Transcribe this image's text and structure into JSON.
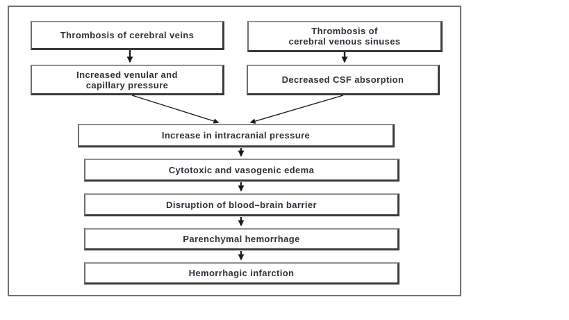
{
  "diagram": {
    "background": "#ffffff",
    "colors": {
      "text": "#30303a",
      "node_border_shadow": "#3a3a3a",
      "node_border_light": "#8f8f8f",
      "frame_border": "#707070",
      "arrow": "#1c1c1c"
    },
    "nodes": [
      {
        "id": "thrombosis-cerebral-veins",
        "label": "Thrombosis of cerebral veins"
      },
      {
        "id": "thrombosis-cerebral-venous-sinuses",
        "label": "Thrombosis of\ncerebral venous sinuses"
      },
      {
        "id": "increased-venular-capillary-pressure",
        "label": "Increased venular and\ncapillary pressure"
      },
      {
        "id": "decreased-csf-absorption",
        "label": "Decreased CSF absorption"
      },
      {
        "id": "increase-intracranial-pressure",
        "label": "Increase in intracranial pressure"
      },
      {
        "id": "cytotoxic-vasogenic-edema",
        "label": "Cytotoxic and vasogenic edema"
      },
      {
        "id": "disruption-blood-brain-barrier",
        "label": "Disruption of blood–brain barrier"
      },
      {
        "id": "parenchymal-hemorrhage",
        "label": "Parenchymal hemorrhage"
      },
      {
        "id": "hemorrhagic-infarction",
        "label": "Hemorrhagic infarction"
      }
    ],
    "edges": [
      {
        "from": "thrombosis-cerebral-veins",
        "to": "increased-venular-capillary-pressure"
      },
      {
        "from": "thrombosis-cerebral-venous-sinuses",
        "to": "decreased-csf-absorption"
      },
      {
        "from": "increased-venular-capillary-pressure",
        "to": "increase-intracranial-pressure"
      },
      {
        "from": "decreased-csf-absorption",
        "to": "increase-intracranial-pressure"
      },
      {
        "from": "increase-intracranial-pressure",
        "to": "cytotoxic-vasogenic-edema"
      },
      {
        "from": "cytotoxic-vasogenic-edema",
        "to": "disruption-blood-brain-barrier"
      },
      {
        "from": "disruption-blood-brain-barrier",
        "to": "parenchymal-hemorrhage"
      },
      {
        "from": "parenchymal-hemorrhage",
        "to": "hemorrhagic-infarction"
      }
    ]
  }
}
